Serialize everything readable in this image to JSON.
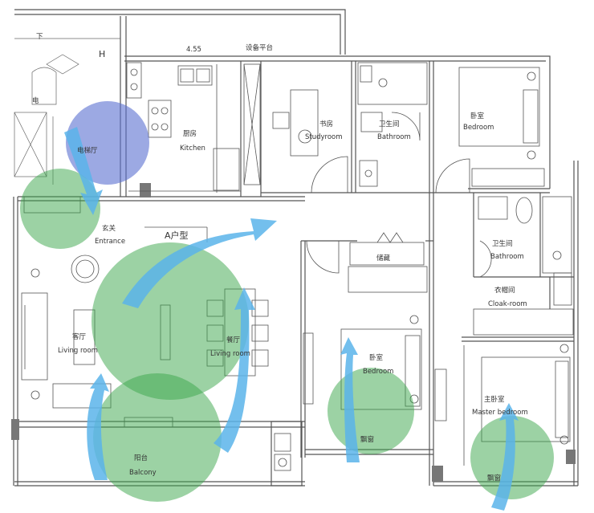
{
  "plan": {
    "unit_type": "A户型",
    "stair_down": "下",
    "stair_h": "H",
    "elevator_mark": "电",
    "top_dim": "4.55",
    "equipment_platform": "设备平台"
  },
  "rooms": {
    "elevator_hall": "电梯厅",
    "entrance_cn": "玄关",
    "entrance_en": "Entrance",
    "kitchen_cn": "厨房",
    "kitchen_en": "Kitchen",
    "study_cn": "书房",
    "study_en": "Studyroom",
    "bath1_cn": "卫生间",
    "bath1_en": "Bathroom",
    "bedroom1_cn": "卧室",
    "bedroom1_en": "Bedroom",
    "bath2_cn": "卫生间",
    "bath2_en": "Bathroom",
    "storage_cn": "储藏",
    "cloak_cn": "衣帽间",
    "cloak_en": "Cloak-room",
    "living_cn": "客厅",
    "living_en": "Living room",
    "dining_cn": "餐厅",
    "dining_en": "Living room",
    "bedroom2_cn": "卧室",
    "bedroom2_en": "Bedroom",
    "master_cn": "主卧室",
    "master_en": "Master bedroom",
    "balcony_cn": "阳台",
    "balcony_en": "Balcony",
    "bay_window1": "飘窗",
    "bay_window2": "飘窗"
  },
  "colors": {
    "green_zone": "#3aa64a",
    "blue_zone": "#5a6fd0",
    "flow_arrow": "#5bb4ea",
    "wall": "#555555"
  }
}
